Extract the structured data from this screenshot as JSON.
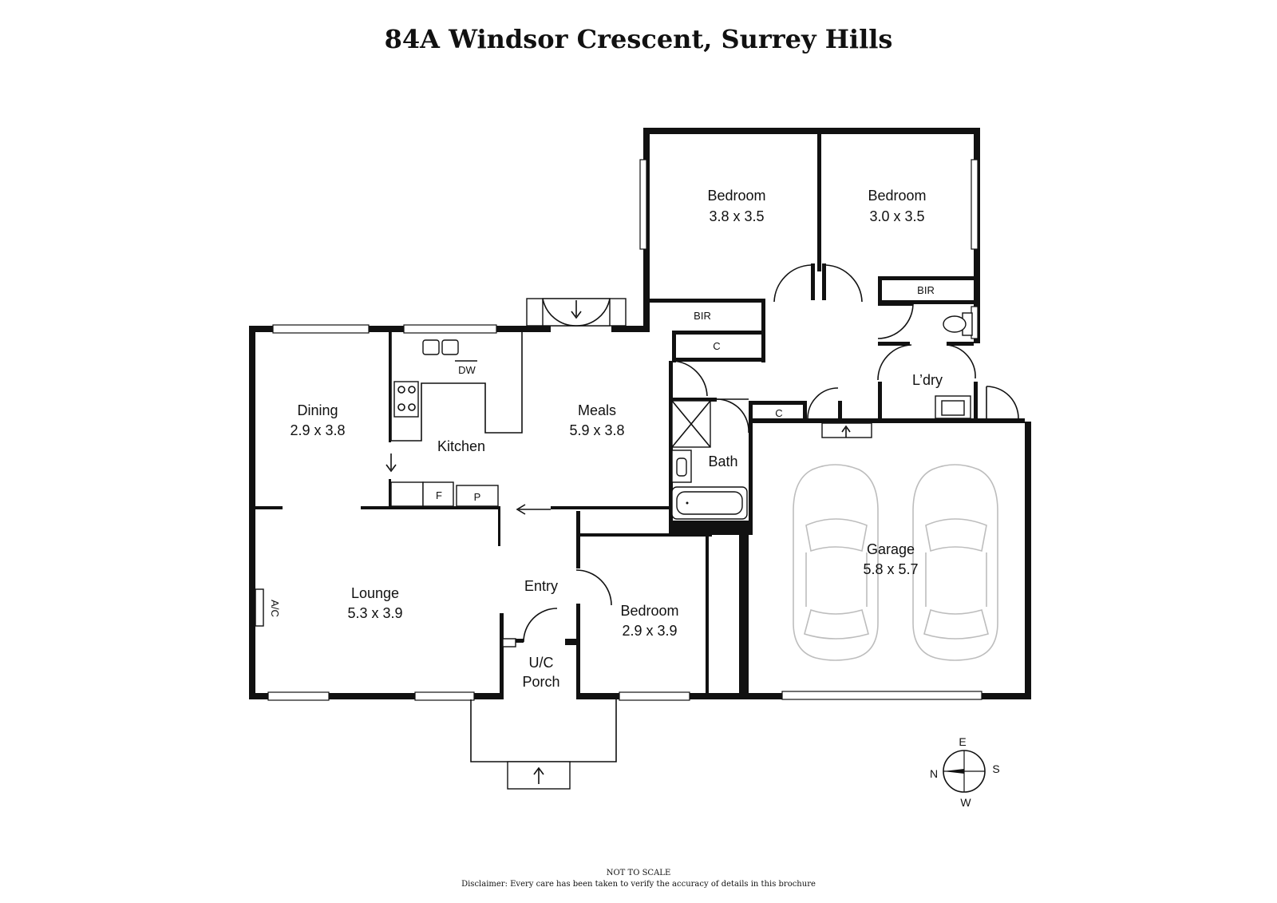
{
  "title": "84A Windsor Crescent, Surrey Hills",
  "rooms": [
    {
      "id": "bed1",
      "name": "Bedroom",
      "size": "3.8 x 3.5"
    },
    {
      "id": "bed2",
      "name": "Bedroom",
      "size": "3.0 x 3.5"
    },
    {
      "id": "dining",
      "name": "Dining",
      "size": "2.9 x 3.8"
    },
    {
      "id": "kitchen",
      "name": "Kitchen",
      "size": ""
    },
    {
      "id": "meals",
      "name": "Meals",
      "size": "5.9 x 3.8"
    },
    {
      "id": "bath",
      "name": "Bath",
      "size": ""
    },
    {
      "id": "laundry",
      "name": "L’dry",
      "size": ""
    },
    {
      "id": "garage",
      "name": "Garage",
      "size": "5.8 x 5.7"
    },
    {
      "id": "lounge",
      "name": "Lounge",
      "size": "5.3 x 3.9"
    },
    {
      "id": "entry",
      "name": "Entry",
      "size": ""
    },
    {
      "id": "bed3",
      "name": "Bedroom",
      "size": "2.9 x 3.9"
    },
    {
      "id": "porch",
      "name": "U/C",
      "size": "Porch"
    }
  ],
  "fixtures": {
    "bir_1": "BIR",
    "bir_2": "BIR",
    "cupboard_1": "C",
    "cupboard_2": "C",
    "dishwasher": "DW",
    "fridge": "F",
    "pantry": "P",
    "air_conditioner": "A/C"
  },
  "compass": {
    "north": "N",
    "east": "E",
    "south": "S",
    "west": "W"
  },
  "footer": {
    "scale_note": "NOT TO SCALE",
    "disclaimer": "Disclaimer: Every care has been taken to verify the accuracy of details in this brochure"
  }
}
